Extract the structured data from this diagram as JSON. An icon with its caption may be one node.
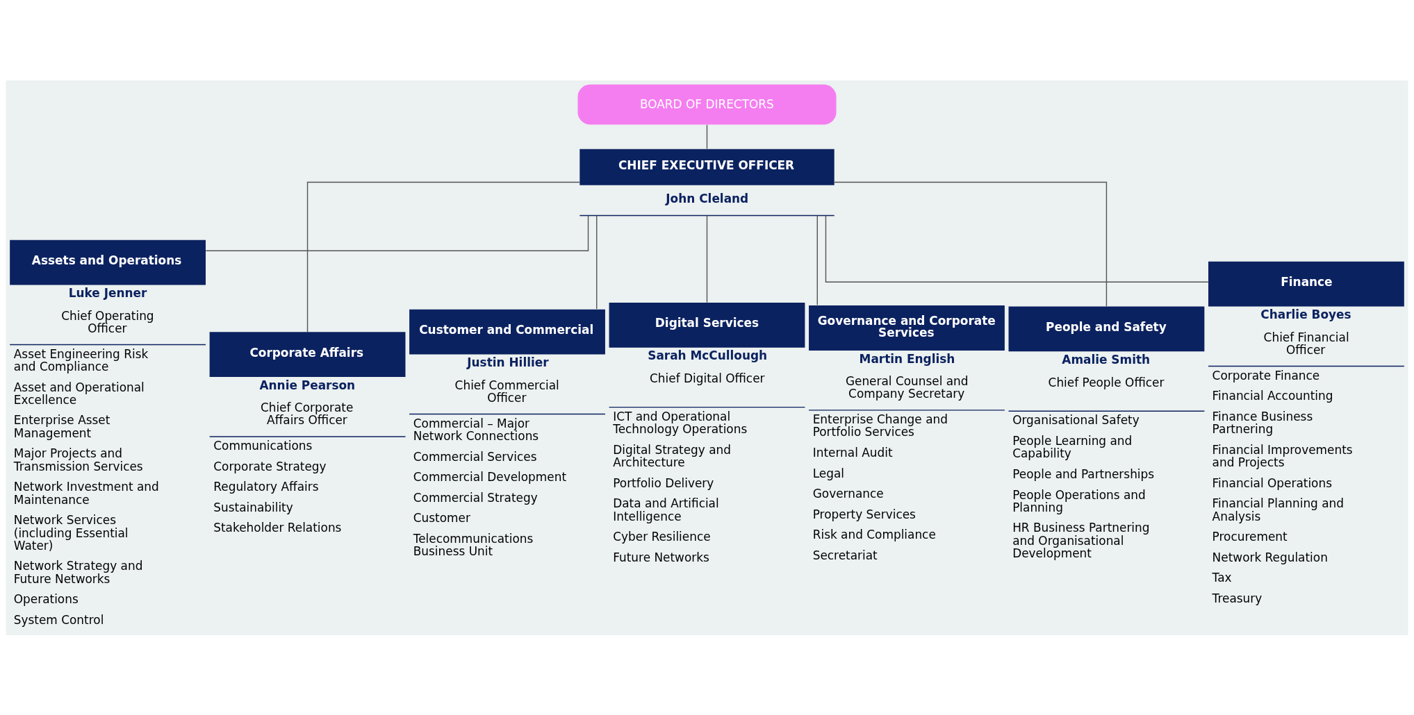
{
  "diagram": {
    "nodes": [
      {
        "text": [
          "BOARD OF DIRECTORS"
        ]
      },
      {
        "text": [
          "CHIEF EXECUTIVE OFFICER"
        ],
        "beside": [
          "John Cleland"
        ]
      },
      {
        "text": [
          "Assets and Operations",
          "Luke Jenner",
          "Chief Operating Officer",
          "Asset Engineering Risk and Compliance",
          "Asset and Operational Excellence",
          "Enterprise Asset Management",
          "Major Projects and Transmission Services",
          "Network Investment and Maintenance",
          "Network Services (including Essential Water)",
          "Network Strategy and Future Networks",
          "Operations",
          "System Control"
        ]
      },
      {
        "text": [
          "Corporate Affairs",
          "Annie Pearson",
          "Chief Corporate Affairs Officer",
          "Communications",
          "Corporate Strategy",
          "Regulatory Affairs",
          "Sustainability",
          "Stakeholder Relations"
        ]
      },
      {
        "text": [
          "Customer and Commercial",
          "Justin Hillier",
          "Chief Commercial Officer",
          "Commercial – Major Network Connections",
          "Commercial Services",
          "Commercial Development",
          "Commercial Strategy",
          "Customer",
          "Telecommunications Business Unit"
        ]
      },
      {
        "text": [
          "Digital Services",
          "Sarah McCullough",
          "Chief Digital Officer",
          "ICT and Operational Technology Operations",
          "Digital Strategy and Architecture",
          "Portfolio Delivery",
          "Data and Artificial Intelligence",
          "Cyber Resilience",
          "Future Networks"
        ]
      },
      {
        "text": [
          "Governance and Corporate Services",
          "Martin English",
          "General Counsel and Company Secretary",
          "Enterprise Change and Portfolio Services",
          "Internal Audit",
          "Legal",
          "Governance",
          "Property Services",
          "Risk and Compliance",
          "Secretariat"
        ]
      },
      {
        "text": [
          "People and Safety",
          "Amalie Smith",
          "Chief People Officer",
          "Organisational Safety",
          "People Learning and Capability",
          "People and Partnerships",
          "People Operations and Planning",
          "HR Business Partnering and Organisational Development"
        ]
      },
      {
        "text": [
          "Finance",
          "Charlie Boyes",
          "Chief Financial Officer",
          "Corporate Finance",
          "Financial Accounting",
          "Finance Business Partnering",
          "Financial Improvements and Projects",
          "Financial Operations",
          "Financial Planning and Analysis",
          "Procurement",
          "Network Regulation",
          "Tax",
          "Treasury"
        ]
      }
    ],
    "edges": [
      {
        "from": 0,
        "to": 1,
        "arrow": "none"
      },
      {
        "from": 1,
        "to": 2,
        "arrow": "none"
      },
      {
        "from": 1,
        "to": 3,
        "arrow": "none"
      },
      {
        "from": 1,
        "to": 4,
        "arrow": "none"
      },
      {
        "from": 1,
        "to": 5,
        "arrow": "none"
      },
      {
        "from": 1,
        "to": 6,
        "arrow": "none"
      },
      {
        "from": 1,
        "to": 7,
        "arrow": "none"
      },
      {
        "from": 1,
        "to": 8,
        "arrow": "none"
      }
    ]
  }
}
